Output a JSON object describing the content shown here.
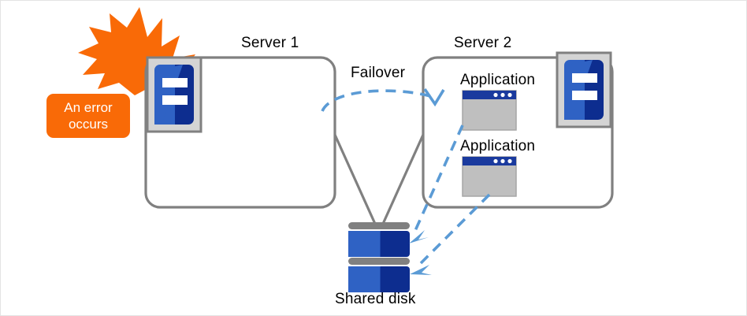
{
  "diagram": {
    "title_server1": "Server 1",
    "title_server2": "Server 2",
    "failover_label": "Failover",
    "shared_disk_label": "Shared disk",
    "application_label_1": "Application",
    "application_label_2": "Application",
    "error_line1": "An error",
    "error_line2": "occurs",
    "colors": {
      "error_orange": "#f96a07",
      "burst_orange": "#f96a07",
      "box_gray": "#808080",
      "icon_frame_gray": "#d4d4d4",
      "icon_frame_border": "#808080",
      "server_blue_light": "#2f62c4",
      "server_blue_dark": "#0d2d8f",
      "app_titlebar": "#1a3a9e",
      "app_body_gray": "#bfbfbf",
      "disk_bar_gray": "#808080",
      "arrow_blue": "#5b9bd5",
      "text_black": "#000000",
      "canvas_border": "#e3e3e3"
    },
    "icons": {
      "server1": "server-icon",
      "server2": "server-icon",
      "app1": "application-window-icon",
      "app2": "application-window-icon",
      "burst": "error-burst-icon",
      "disk": "shared-disk-icon"
    }
  }
}
